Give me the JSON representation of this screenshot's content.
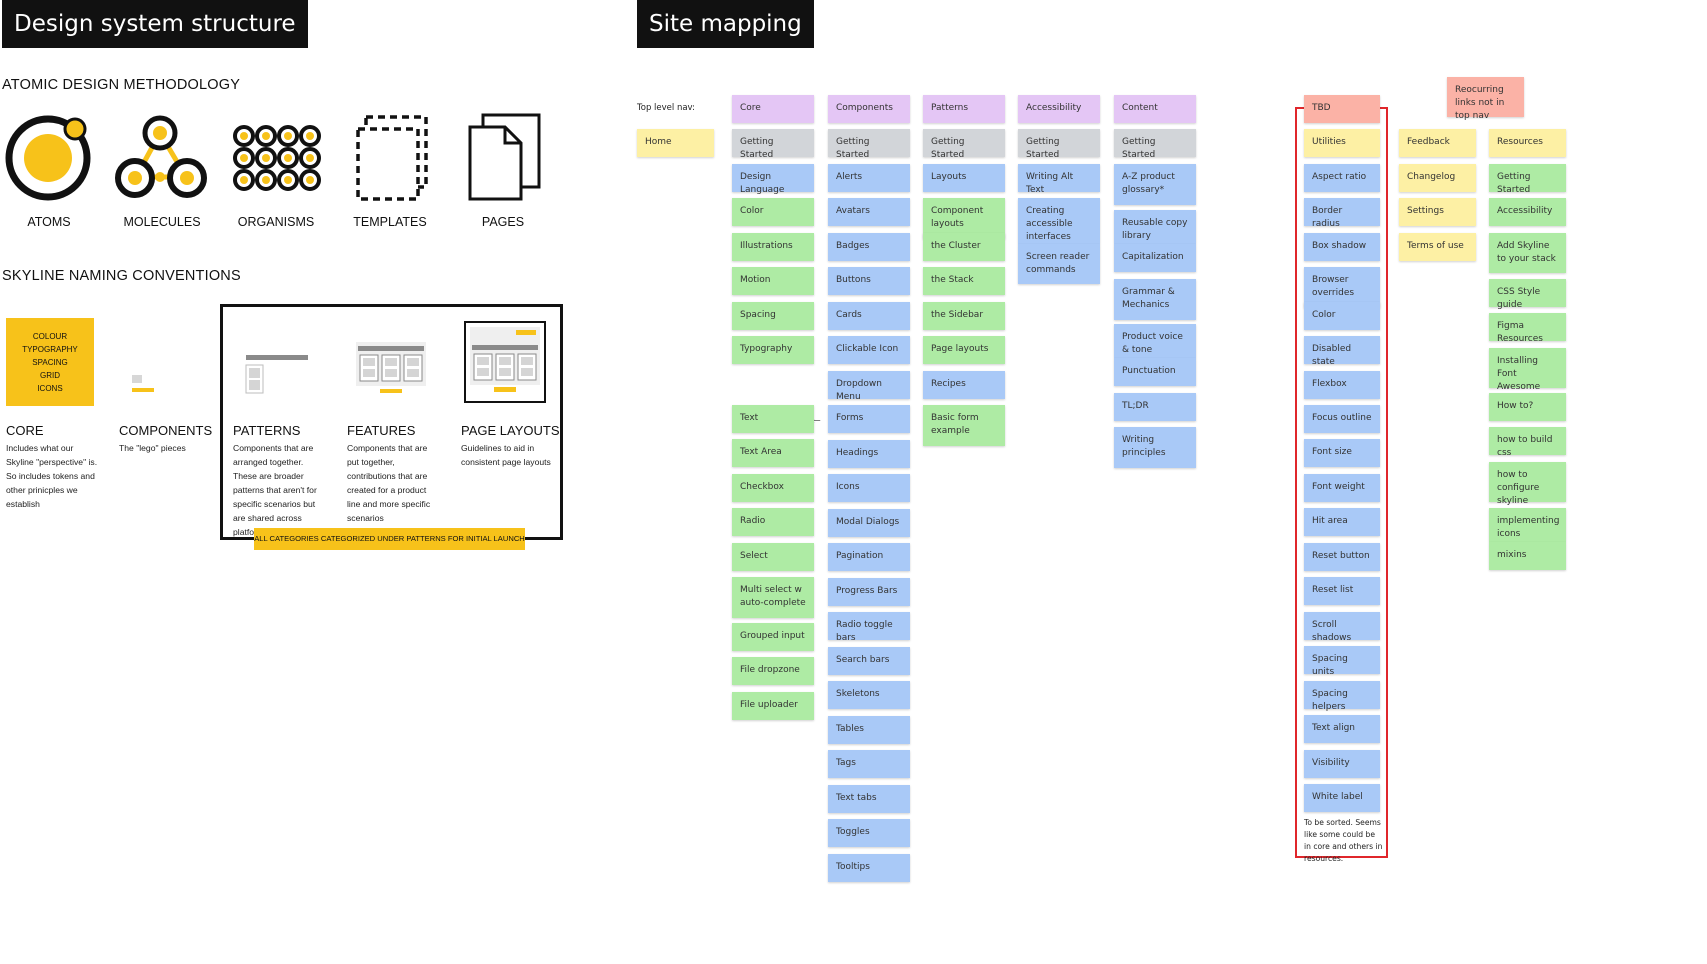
{
  "left": {
    "title": "Design system structure",
    "atomic": {
      "heading": "ATOMIC DESIGN METHODOLOGY",
      "items": [
        {
          "icon": "atom-icon",
          "label": "ATOMS"
        },
        {
          "icon": "molecule-icon",
          "label": "MOLECULES"
        },
        {
          "icon": "organism-icon",
          "label": "ORGANISMS"
        },
        {
          "icon": "template-icon",
          "label": "TEMPLATES"
        },
        {
          "icon": "pages-icon",
          "label": "PAGES"
        }
      ]
    },
    "naming": {
      "heading": "SKYLINE NAMING CONVENTIONS",
      "core_card_lines": [
        "COLOUR",
        "TYPOGRAPHY",
        "SPACING",
        "GRID",
        "ICONS"
      ],
      "categories": [
        {
          "title": "CORE",
          "desc": "Includes what our Skyline \"perspective\" is. So includes tokens and other prinicples we establish"
        },
        {
          "title": "COMPONENTS",
          "desc": "The \"lego\" pieces"
        },
        {
          "title": "PATTERNS",
          "desc": "Components that are arranged together. These are broader patterns that aren't for specific scenarios but are shared across platforms"
        },
        {
          "title": "FEATURES",
          "desc": "Components that are put together, contributions that are created for a product line and more specific scenarios"
        },
        {
          "title": "PAGE LAYOUTS",
          "desc": "Guidelines to aid in consistent page layouts"
        }
      ],
      "banner": "ALL CATEGORIES CATEGORIZED UNDER PATTERNS FOR INITIAL LAUNCH"
    },
    "colors": {
      "accent": "#f7c21a",
      "dark": "#111111"
    }
  },
  "right": {
    "title": "Site mapping",
    "top_level_label": "Top level nav:",
    "home": "Home",
    "arrow": "←",
    "core": {
      "header": "Core",
      "items": [
        "Getting Started",
        "Design Language",
        "Color",
        "Illustrations",
        "Motion",
        "Spacing",
        "Typography"
      ],
      "lower": [
        "Text",
        "Text Area",
        "Checkbox",
        "Radio",
        "Select",
        "Multi select w auto-complete",
        "Grouped input",
        "File dropzone",
        "File uploader"
      ]
    },
    "components": {
      "header": "Components",
      "items": [
        "Getting Started",
        "Alerts",
        "Avatars",
        "Badges",
        "Buttons",
        "Cards",
        "Clickable Icon",
        "Dropdown Menu",
        "Forms",
        "Headings",
        "Icons",
        "Modal Dialogs",
        "Pagination",
        "Progress Bars",
        "Radio toggle bars",
        "Search bars",
        "Skeletons",
        "Tables",
        "Tags",
        "Text tabs",
        "Toggles",
        "Tooltips"
      ]
    },
    "patterns": {
      "header": "Patterns",
      "items": [
        "Getting Started",
        "Layouts",
        "Component layouts",
        "the Cluster",
        "the Stack",
        "the Sidebar",
        "Page layouts",
        "Recipes",
        "Basic form example"
      ]
    },
    "accessibility": {
      "header": "Accessibility",
      "items": [
        "Getting Started",
        "Writing Alt Text",
        "Creating accessible interfaces",
        "Screen reader commands"
      ]
    },
    "content": {
      "header": "Content",
      "items": [
        "Getting Started",
        "A-Z product glossary*",
        "Reusable copy library",
        "Capitalization",
        "Grammar & Mechanics",
        "Product voice & tone",
        "Punctuation",
        "TL;DR",
        "Writing principles"
      ]
    },
    "tbd": {
      "header": "TBD",
      "items": [
        "Utilities",
        "Aspect ratio",
        "Border radius",
        "Box shadow",
        "Browser overrides",
        "Color",
        "Disabled state",
        "Flexbox",
        "Focus outline",
        "Font size",
        "Font weight",
        "Hit area",
        "Reset button",
        "Reset list",
        "Scroll shadows",
        "Spacing units",
        "Spacing helpers",
        "Text align",
        "Visibility",
        "White label"
      ],
      "note": "To be sorted. Seems like some could be in core and others in resources."
    },
    "recurring": "Reocurring links not in top nav",
    "misc": [
      "Feedback",
      "Changelog",
      "Settings",
      "Terms of use"
    ],
    "resources": {
      "header": "Resources",
      "items": [
        "Getting Started",
        "Accessibility",
        "Add Skyline to your stack",
        "CSS Style guide",
        "Figma Resources",
        "Installing Font Awesome",
        "How to?",
        "how to build css",
        "how to configure skyline",
        "implementing icons",
        "mixins"
      ]
    },
    "colors": {
      "purple": "#e4c6f5",
      "grey": "#d2d5d9",
      "blue": "#a9c9f7",
      "green": "#aeeba4",
      "yellow": "#fdf0a4",
      "red": "#fbb2a6",
      "tbd_border": "#e0262b"
    }
  }
}
